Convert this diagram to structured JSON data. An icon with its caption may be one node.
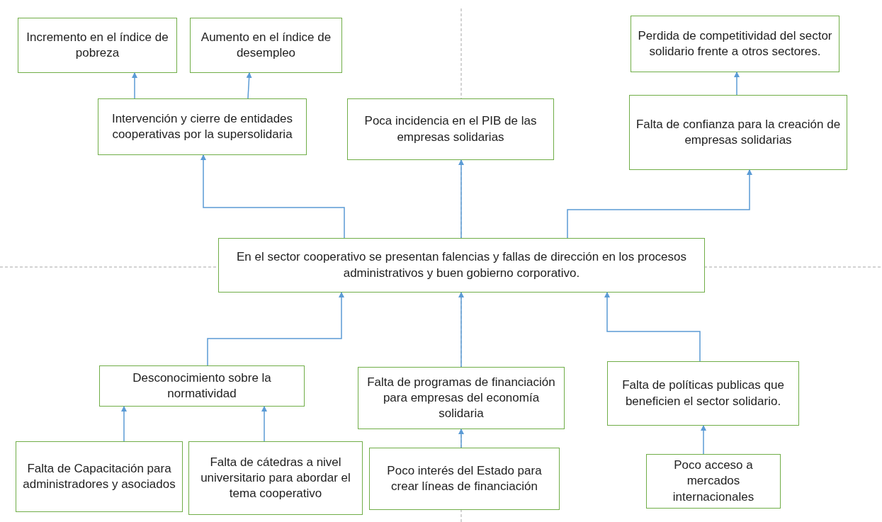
{
  "diagram": {
    "nodes": [
      {
        "text": [
          "Incremento en el índice de pobreza"
        ]
      },
      {
        "text": [
          "Aumento en el índice de desempleo"
        ]
      },
      {
        "text": [
          "Intervención y cierre de entidades cooperativas por la supersolidaria"
        ]
      },
      {
        "text": [
          "Poca incidencia en el PIB de las empresas solidarias"
        ]
      },
      {
        "text": [
          "Perdida de competitividad del sector solidario frente a otros sectores."
        ]
      },
      {
        "text": [
          "Falta de confianza para la creación de empresas solidarias"
        ]
      },
      {
        "text": [
          "En el sector cooperativo se presentan falencias y fallas de dirección en los procesos administrativos y buen gobierno corporativo."
        ]
      },
      {
        "text": [
          "Desconocimiento sobre la normatividad"
        ]
      },
      {
        "text": [
          "Falta de programas  de financiación para empresas del economía solidaria"
        ]
      },
      {
        "text": [
          "Falta de políticas publicas que beneficien el sector solidario."
        ]
      },
      {
        "text": [
          "Falta de Capacitación para  administradores y asociados"
        ]
      },
      {
        "text": [
          "Falta de cátedras a nivel universitario para abordar el tema cooperativo"
        ]
      },
      {
        "text": [
          "Poco interés del Estado para crear líneas de financiación"
        ]
      },
      {
        "text": [
          "Poco acceso a mercados internacionales"
        ]
      }
    ],
    "edges": [
      {
        "from": 2,
        "to": 0,
        "arrow": "to"
      },
      {
        "from": 2,
        "to": 1,
        "arrow": "to"
      },
      {
        "from": 6,
        "to": 2,
        "arrow": "to"
      },
      {
        "from": 6,
        "to": 3,
        "arrow": "to"
      },
      {
        "from": 6,
        "to": 5,
        "arrow": "to"
      },
      {
        "from": 5,
        "to": 4,
        "arrow": "to"
      },
      {
        "from": 7,
        "to": 6,
        "arrow": "to"
      },
      {
        "from": 8,
        "to": 6,
        "arrow": "to"
      },
      {
        "from": 9,
        "to": 6,
        "arrow": "to"
      },
      {
        "from": 10,
        "to": 7,
        "arrow": "to"
      },
      {
        "from": 11,
        "to": 7,
        "arrow": "to"
      },
      {
        "from": 12,
        "to": 8,
        "arrow": "to"
      },
      {
        "from": 13,
        "to": 9,
        "arrow": "to"
      }
    ]
  }
}
